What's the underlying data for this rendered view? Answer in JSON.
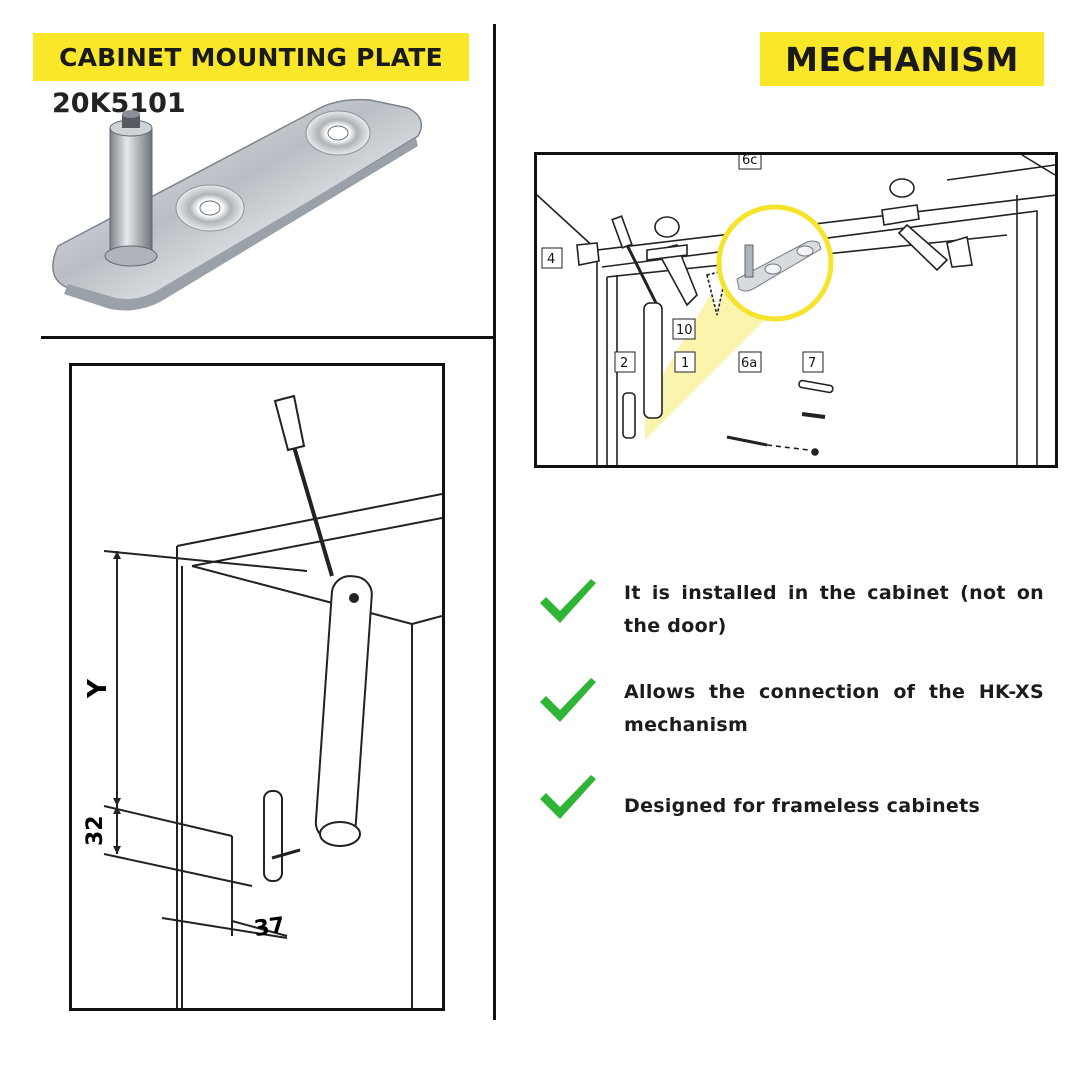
{
  "left_panel": {
    "title": "CABINET MOUNTING PLATE",
    "part_code": "20K5101"
  },
  "right_panel": {
    "title": "MECHANISM"
  },
  "mechanism_diagram": {
    "callouts": [
      "6c",
      "4",
      "10",
      "2",
      "1",
      "6a",
      "7"
    ]
  },
  "dimension_diagram": {
    "labels": {
      "height": "Y",
      "offset_vertical": "32",
      "offset_horizontal": "37"
    }
  },
  "features": [
    {
      "text": "It is installed in the cabinet (not on the door)",
      "icon": "check-icon"
    },
    {
      "text": "Allows the connection of the HK-XS mechanism",
      "icon": "check-icon"
    },
    {
      "text": "Designed for frameless cabinets",
      "icon": "check-icon"
    }
  ],
  "colors": {
    "accent": "#fbe72a",
    "check": "#2fb536",
    "line": "#111111"
  }
}
